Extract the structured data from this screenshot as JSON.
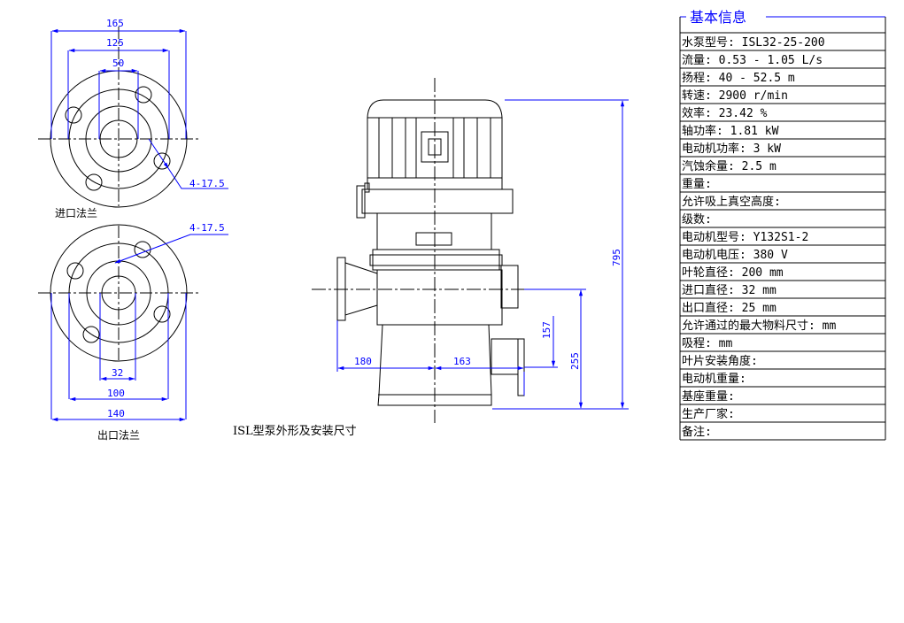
{
  "inlet_flange": {
    "label": "进口法兰",
    "dims": {
      "outer": "165",
      "bolt_circle": "125",
      "bore": "50",
      "holes": "4-17.5"
    }
  },
  "outlet_flange": {
    "label": "出口法兰",
    "dims": {
      "holes": "4-17.5",
      "bore": "32",
      "bolt_circle": "100",
      "outer": "140"
    }
  },
  "pump_view": {
    "caption": "ISL型泵外形及安装尺寸",
    "dims": {
      "height": "795",
      "outlet_height": "157",
      "inlet_height": "255",
      "left": "180",
      "right": "163"
    }
  },
  "info_table": {
    "title": "基本信息",
    "rows": [
      "水泵型号: ISL32-25-200",
      "流量: 0.53 - 1.05 L/s",
      "扬程: 40 - 52.5 m",
      "转速: 2900 r/min",
      "效率: 23.42 %",
      "轴功率: 1.81 kW",
      "电动机功率: 3 kW",
      "汽蚀余量: 2.5 m",
      "重量:",
      "允许吸上真空高度:",
      "级数:",
      "电动机型号: Y132S1-2",
      "电动机电压: 380 V",
      "叶轮直径: 200 mm",
      "进口直径: 32 mm",
      "出口直径: 25 mm",
      "允许通过的最大物料尺寸:  mm",
      "吸程:  mm",
      "叶片安装角度:",
      "电动机重量:",
      "基座重量:",
      "生产厂家:",
      "备注:"
    ]
  },
  "colors": {
    "dimension": "#0000ff",
    "outline": "#000000",
    "background": "#ffffff"
  }
}
